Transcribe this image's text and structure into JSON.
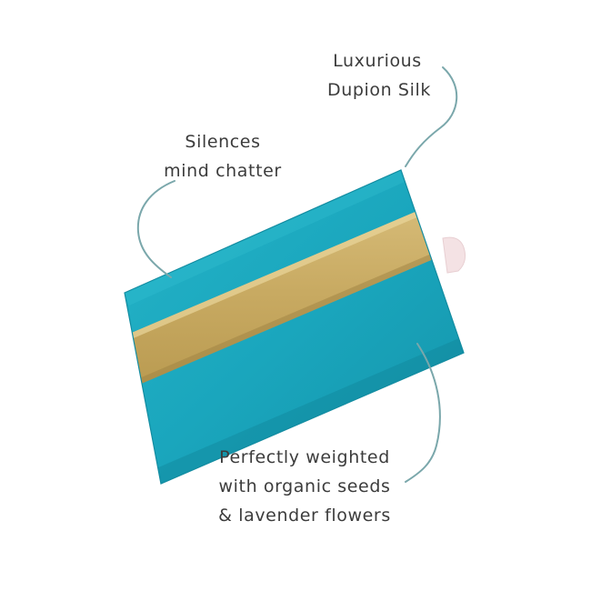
{
  "annotations": {
    "silk": {
      "line1": "Luxurious",
      "line2": "Dupion Silk"
    },
    "mind": {
      "line1": "Silences",
      "line2": "mind chatter"
    },
    "weight": {
      "line1": "Perfectly weighted",
      "line2": "with organic seeds",
      "line3": "& lavender flowers"
    }
  },
  "colors": {
    "pillow_fabric": "#1aa6bd",
    "pillow_shadow": "#158ea3",
    "ribbon": "#c8aa62",
    "ribbon_highlight": "#e0c98a",
    "callout_line": "#7aa7ab",
    "label_text": "#3c3c3c",
    "background": "#ffffff"
  },
  "icons": {
    "pillow": "eye-pillow-illustration",
    "ribbon": "satin-ribbon-band",
    "tag": "fabric-tag"
  }
}
